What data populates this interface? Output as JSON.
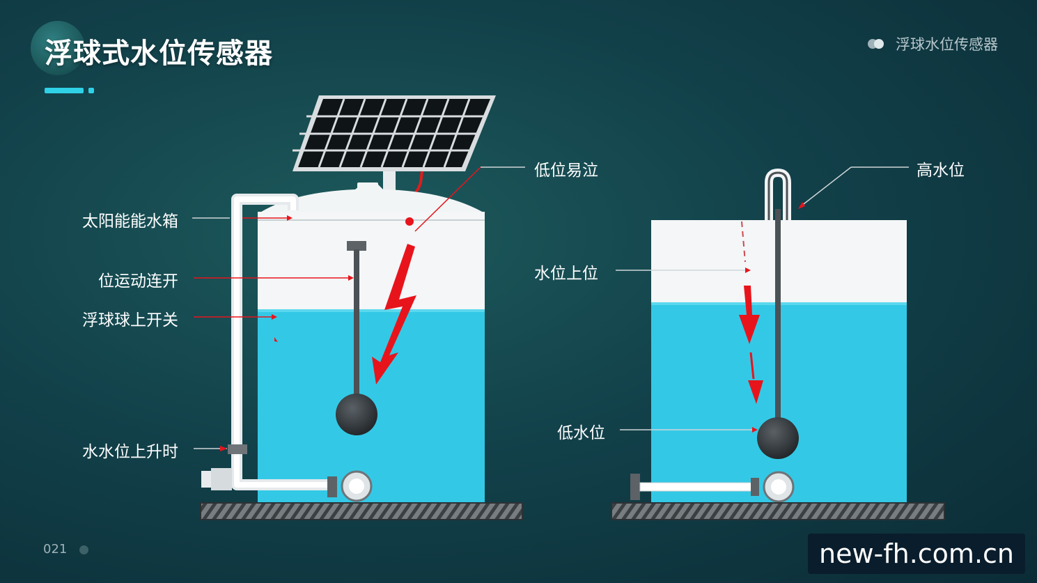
{
  "title": "浮球式水位传感器",
  "header_tag": "浮球水位传感器",
  "page_number": "021",
  "watermark": "new-fh.com.cn",
  "labels": {
    "solar_tank": "太阳能能水箱",
    "float_motion": "位运动连开",
    "float_switch": "浮球球上开关",
    "rising_level": "水水位上升时",
    "low_easy": "低位易泣",
    "high_level": "高水位",
    "level_up": "水位上位",
    "low_level": "低水位"
  },
  "colors": {
    "accent": "#2fd1e6",
    "water": "#33c9e6",
    "arrow": "#e8141c",
    "float": "#33383c"
  }
}
